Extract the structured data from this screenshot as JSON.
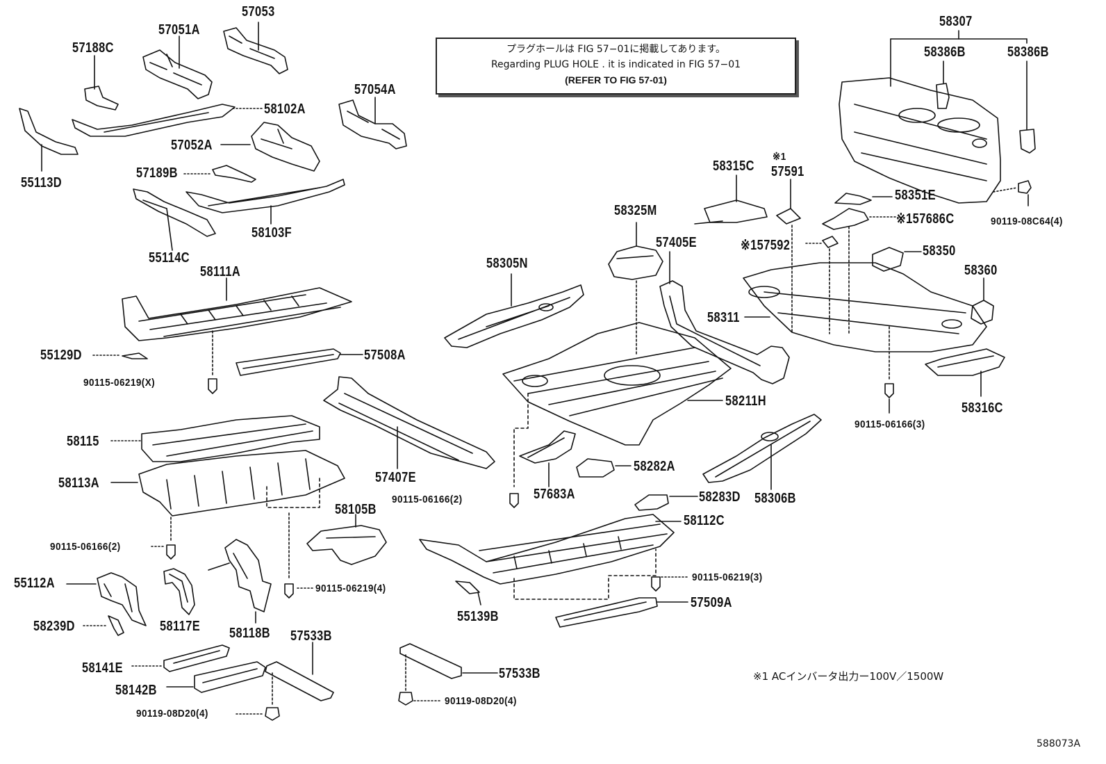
{
  "note": {
    "jp": "プラグホールは FIG 57−01に掲載してあります。",
    "en": "Regarding  PLUG  HOLE . it is indicated in FIG  57−01",
    "ref": "(REFER TO FIG 57-01)"
  },
  "footnote": "※1 ACインバータ出力ー100V／1500W",
  "figure_code": "588073A",
  "labels": {
    "p57053": "57053",
    "p57051A": "57051A",
    "p57188C": "57188C",
    "p58102A": "58102A",
    "p57054A": "57054A",
    "p55113D": "55113D",
    "p57052A": "57052A",
    "p57189B": "57189B",
    "p58103F": "58103F",
    "p55114C": "55114C",
    "p58111A": "58111A",
    "p55129D": "55129D",
    "p57508A": "57508A",
    "p90115_06219X": "90115-06219(X)",
    "p58115": "58115",
    "p58113A": "58113A",
    "p57407E": "57407E",
    "p58105B": "58105B",
    "p90115_06166_2a": "90115-06166(2)",
    "p90115_06219_4": "90115-06219(4)",
    "p55112A": "55112A",
    "p58239D": "58239D",
    "p58117E": "58117E",
    "p58118B": "58118B",
    "p57533B_a": "57533B",
    "p58141E": "58141E",
    "p58142B": "58142B",
    "p90119_08D20_a": "90119-08D20(4)",
    "p57533B_b": "57533B",
    "p90119_08D20_b": "90119-08D20(4)",
    "p58307": "58307",
    "p58386B_a": "58386B",
    "p58386B_b": "58386B",
    "p58315C": "58315C",
    "p57591_mark": "※1",
    "p57591": "57591",
    "p58325M": "58325M",
    "p58351E": "58351E",
    "p57686C": "※157686C",
    "p90119_08C64": "90119-08C64(4)",
    "p57592": "※157592",
    "p57405E": "57405E",
    "p58350": "58350",
    "p58305N": "58305N",
    "p58360": "58360",
    "p58311": "58311",
    "p58211H": "58211H",
    "p58316C": "58316C",
    "p90115_06166_3": "90115-06166(3)",
    "p58282A": "58282A",
    "p90115_06166_2b": "90115-06166(2)",
    "p57683A": "57683A",
    "p58283D": "58283D",
    "p58306B": "58306B",
    "p58112C": "58112C",
    "p90115_06219_3": "90115-06219(3)",
    "p55139B": "55139B",
    "p57509A": "57509A"
  }
}
